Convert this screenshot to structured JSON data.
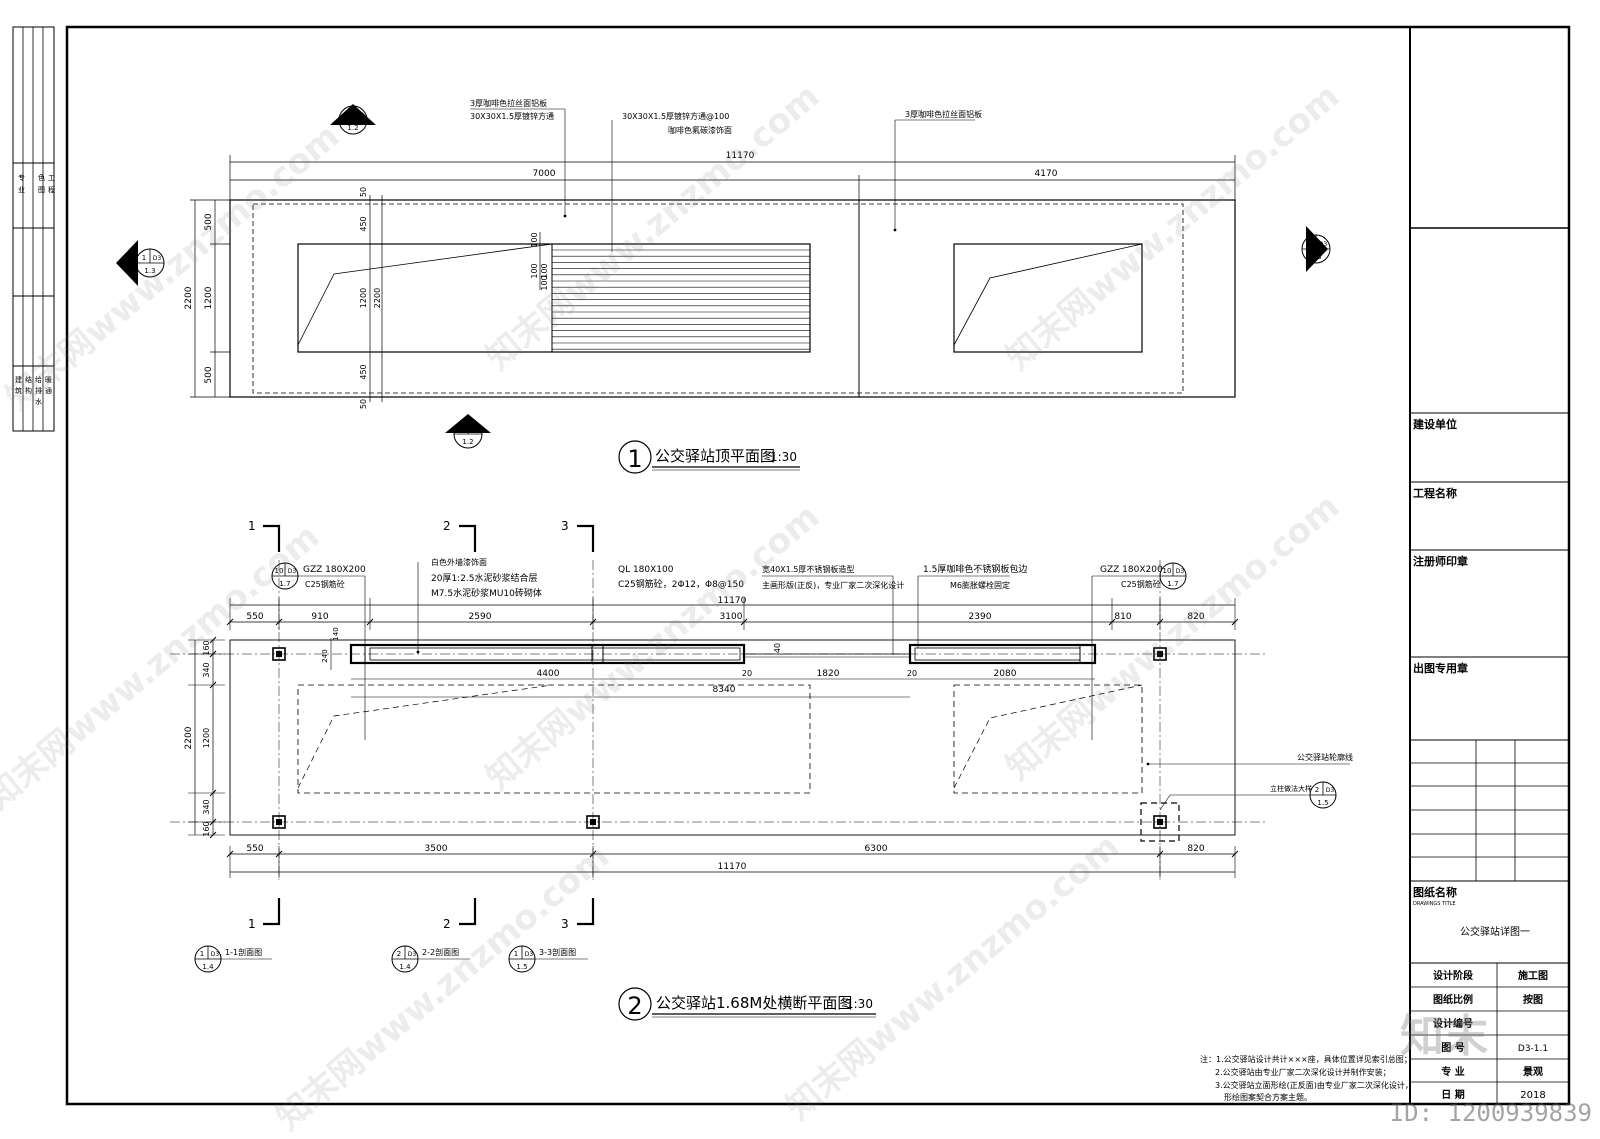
{
  "plan1": {
    "title": "公交驿站顶平面图",
    "scale": "1:30",
    "number": "1",
    "callout_top": "3厚咖啡色拉丝面铝板",
    "callout_top_2": "30X30X1.5厚镀锌方通",
    "callout_mid": "30X30X1.5厚镀锌方通@100",
    "callout_mid_2": "咖啡色氟碳漆饰面",
    "callout_right": "3厚咖啡色拉丝面铝板",
    "dim_total": "11170",
    "dim_left": "7000",
    "dim_right": "4170",
    "dim_v_total": "2200",
    "dim_v_500a": "500",
    "dim_v_1200": "1200",
    "dim_v_500b": "500",
    "dim_v_50a": "50",
    "dim_v_450a": "450",
    "dim_v_1200b": "1200",
    "dim_v_2200b": "2200",
    "dim_v_450b": "450",
    "dim_v_50b": "50",
    "dim_100a": "100",
    "dim_100b": "100",
    "dim_100c": "100",
    "dim_100d": "100",
    "sec_a_top": "2",
    "sec_a_code": "D3",
    "sec_a_sheet": "1.2",
    "sec_b_top": "1",
    "sec_b_code": "D3",
    "sec_b_sheet": "1.3",
    "sec_c_top": "2",
    "sec_c_code": "D3",
    "sec_c_sheet": "1.3",
    "sec_d_top": "1",
    "sec_d_code": "D3",
    "sec_d_sheet": "1.2"
  },
  "plan2": {
    "title": "公交驿站1.68M处横断平面图",
    "scale": "1:30",
    "number": "2",
    "cut1": "1",
    "cut2": "2",
    "cut3": "3",
    "col_left_1": "GZZ 180X200",
    "col_left_2": "C25钢筋砼",
    "col_left_ref_top": "10",
    "col_left_ref_code": "D3",
    "col_left_ref_sheet": "1.7",
    "wall_1": "白色外墙漆饰面",
    "wall_2": "20厚1:2.5水泥砂浆结合层",
    "wall_3": "M7.5水泥砂浆MU10砖砌体",
    "beam_1": "QL 180X100",
    "beam_2": "C25钢筋砼，2Φ12，Φ8@150",
    "steel_1": "宽40X1.5厚不锈钢板造型",
    "steel_2": "主画形版(正反)，专业厂家二次深化设计",
    "edge_1": "1.5厚咖啡色不锈钢板包边",
    "edge_2": "M6膨胀螺栓固定",
    "col_right_1": "GZZ 180X200",
    "col_right_2": "C25钢筋砼",
    "col_right_ref_top": "10",
    "col_right_ref_code": "D3",
    "col_right_ref_sheet": "1.7",
    "dim_top_total": "11170",
    "dims_top": [
      "550",
      "910",
      "2590",
      "3100",
      "2390",
      "810",
      "820"
    ],
    "dim_4400": "4400",
    "dim_20a": "20",
    "dim_1820": "1820",
    "dim_20b": "20",
    "dim_2080": "2080",
    "dim_8340": "8340",
    "dim_240": "240",
    "dim_140": "140",
    "dim_40": "40",
    "dims_left": [
      "160",
      "340",
      "2200",
      "1200",
      "340",
      "160"
    ],
    "dims_bottom": [
      "550",
      "3500",
      "6300",
      "820"
    ],
    "dim_bottom_total": "11170",
    "note_outline": "公交驿站轮廓线",
    "note_detail": "立柱做法大样",
    "note_detail_top": "2",
    "note_detail_code": "D3",
    "note_detail_sheet": "1.5",
    "sec1_label": "1-1剖面图",
    "sec1_top": "1",
    "sec1_code": "D3",
    "sec1_sheet": "1.4",
    "sec2_label": "2-2剖面图",
    "sec2_top": "2",
    "sec2_code": "D3",
    "sec2_sheet": "1.4",
    "sec3_label": "3-3剖面图",
    "sec3_top": "1",
    "sec3_code": "D3",
    "sec3_sheet": "1.5"
  },
  "notes": [
    "注：1.公交驿站设计共计×××座，具体位置详见索引总图；",
    "2.公交驿站由专业厂家二次深化设计并制作安装；",
    "3.公交驿站立面形绘(正反面)由专业厂家二次深化设计，",
    "形绘图案契合方案主题。"
  ],
  "left_strip": {
    "col1_top": [
      "专",
      "业"
    ],
    "col2_top": [
      "色",
      "图"
    ],
    "col3_top": [
      "工",
      "程"
    ],
    "col1_bottom": [
      "建",
      "筑"
    ],
    "col2_bottom": [
      "结",
      "构"
    ],
    "col3_bottom": [
      "给",
      "排",
      "水"
    ],
    "col4_bottom": [
      "暖",
      "通"
    ]
  },
  "title_block": {
    "client_label": "建设单位",
    "project_label": "工程名称",
    "seal_label": "注册师印章",
    "stamp_label": "出图专用章",
    "drawing_name_label": "图纸名称",
    "drawing_name_en": "DRAWINGS TITLE",
    "drawing_name": "公交驿站详图一",
    "stage_label": "设计阶段",
    "stage_value": "施工图",
    "scale_label": "图纸比例",
    "scale_value": "按图",
    "number_label": "设计编号",
    "number_value": "",
    "sheet_label": "图  号",
    "sheet_value": "D3-1.1",
    "discipline_label": "专  业",
    "discipline_value": "景观",
    "date_label": "日  期",
    "date_value": "2018"
  },
  "watermark": {
    "text": "知末网www.znzmo.com",
    "logo": "知末",
    "id": "ID: 1200939839"
  }
}
